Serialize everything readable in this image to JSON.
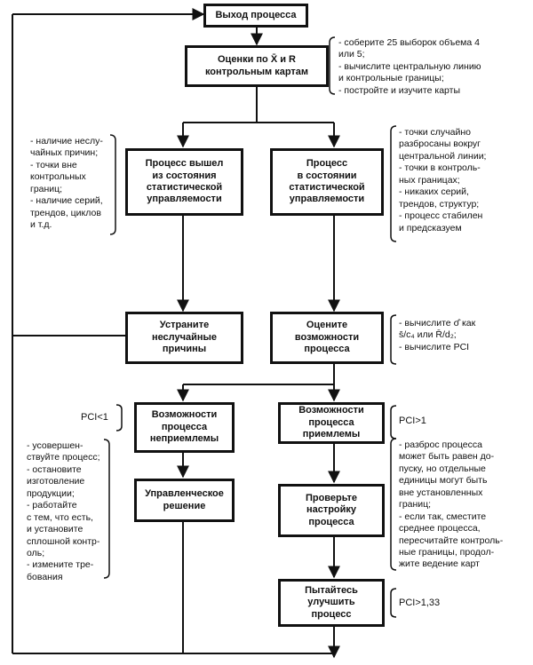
{
  "boxes": {
    "output": "Выход процесса",
    "estimate": "Оценки по X̄ и R\nконтрольным картам",
    "out_of_control": "Процесс вышел\nиз состояния\nстатистической\nуправляемости",
    "in_control": "Процесс\nв состоянии\nстатистической\nуправляемости",
    "remove_causes": "Устраните\nнеслучайные\nпричины",
    "assess_capability": "Оцените\nвозможности\nпроцесса",
    "unacceptable": "Возможности\nпроцесса\nнеприемлемы",
    "acceptable": "Возможности\nпроцесса\nприемлемы",
    "management": "Управленческое\nрешение",
    "check_setting": "Проверьте\nнастройку\nпроцесса",
    "improve": "Пытайтесь\nулучшить\nпроцесс"
  },
  "notes": {
    "estimate": "- соберите 25 выборок объема 4\nили 5;\n- вычислите центральную линию\nи контрольные границы;\n- постройте и изучите карты",
    "out_of_control": "- наличие неслу-\nчайных причин;\n- точки вне\nконтрольных\nграниц;\n- наличие серий,\nтрендов, циклов\nи т.д.",
    "in_control": "- точки случайно\nразбросаны вокруг\nцентральной линии;\n- точки в контроль-\nных границах;\n- никаких серий,\nтрендов, структур;\n- процесс стабилен\nи предсказуем",
    "assess": "- вычислите σ̂ как\ns̄/c₄ или R̄/d₂;\n- вычислите PCI",
    "unacceptable": "- усовершен-\nствуйте процесс;\n- остановите\nизготовление\nпродукции;\n- работайте\nс тем, что есть,\nи установите\nсплошной контр-\nоль;\n- измените тре-\nбования",
    "acceptable": "- разброс процесса\nможет быть равен до-\nпуску, но отдельные\nединицы могут быть\nвне установленных\nграниц;\n- если так, сместите\nсреднее процесса,\nпересчитайте контроль-\nные границы, продол-\nжите ведение карт"
  },
  "pci": {
    "low": "PCI<1",
    "high": "PCI>1",
    "target": "PCI>1,33"
  }
}
